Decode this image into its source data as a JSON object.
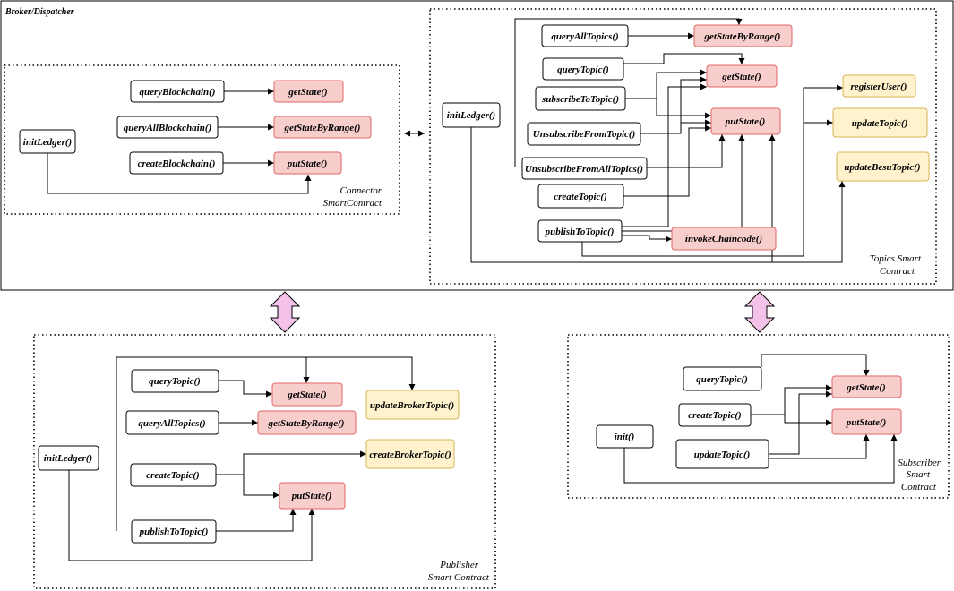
{
  "broker": {
    "title": "Broker/Dispatcher"
  },
  "connector": {
    "label_line1": "Connector",
    "label_line2": "SmartContract",
    "nodes": {
      "queryBlockchain": "queryBlockchain()",
      "queryAllBlockchain": "queryAllBlockchain()",
      "createBlockchain": "createBlockchain()",
      "initLedger": "initLedger()",
      "getState": "getState()",
      "getStateByRange": "getStateByRange()",
      "putState": "putState()"
    }
  },
  "topics": {
    "label_line1": "Topics Smart",
    "label_line2": "Contract",
    "nodes": {
      "queryAllTopics": "queryAllTopics()",
      "queryTopic": "queryTopic()",
      "subscribeToTopic": "subscribeToTopic()",
      "unsubscribeFromTopic": "UnsubscribeFromTopic()",
      "unsubscribeFromAllTopics": "UnsubscribeFromAllTopics()",
      "createTopic": "createTopic()",
      "publishToTopic": "publishToTopic()",
      "initLedger": "initLedger()",
      "getStateByRange": "getStateByRange()",
      "getState": "getState()",
      "putState": "putState()",
      "invokeChaincode": "invokeChaincode()",
      "registerUser": "registerUser()",
      "updateTopic": "updateTopic()",
      "updateBesuTopic": "updateBesuTopic()"
    }
  },
  "publisher": {
    "label_line1": "Publisher",
    "label_line2": "Smart Contract",
    "nodes": {
      "queryTopic": "queryTopic()",
      "queryAllTopics": "queryAllTopics()",
      "createTopic": "createTopic()",
      "publishToTopic": "publishToTopic()",
      "initLedger": "initLedger()",
      "getState": "getState()",
      "getStateByRange": "getStateByRange()",
      "putState": "putState()",
      "updateBrokerTopic": "updateBrokerTopic()",
      "createBrokerTopic": "createBrokerTopic()"
    }
  },
  "subscriber": {
    "label_line1": "Subscriber",
    "label_line2": "Smart",
    "label_line3": "Contract",
    "nodes": {
      "queryTopic": "queryTopic()",
      "createTopic": "createTopic()",
      "updateTopic": "updateTopic()",
      "init": "init()",
      "getState": "getState()",
      "putState": "putState()"
    }
  },
  "colors": {
    "white_fill": "#ffffff",
    "red_fill": "#f8cecc",
    "red_stroke": "#e06666",
    "yellow_fill": "#fff2cc",
    "yellow_stroke": "#d6b656",
    "bidirectional_arrow": "#f4c2e8"
  }
}
